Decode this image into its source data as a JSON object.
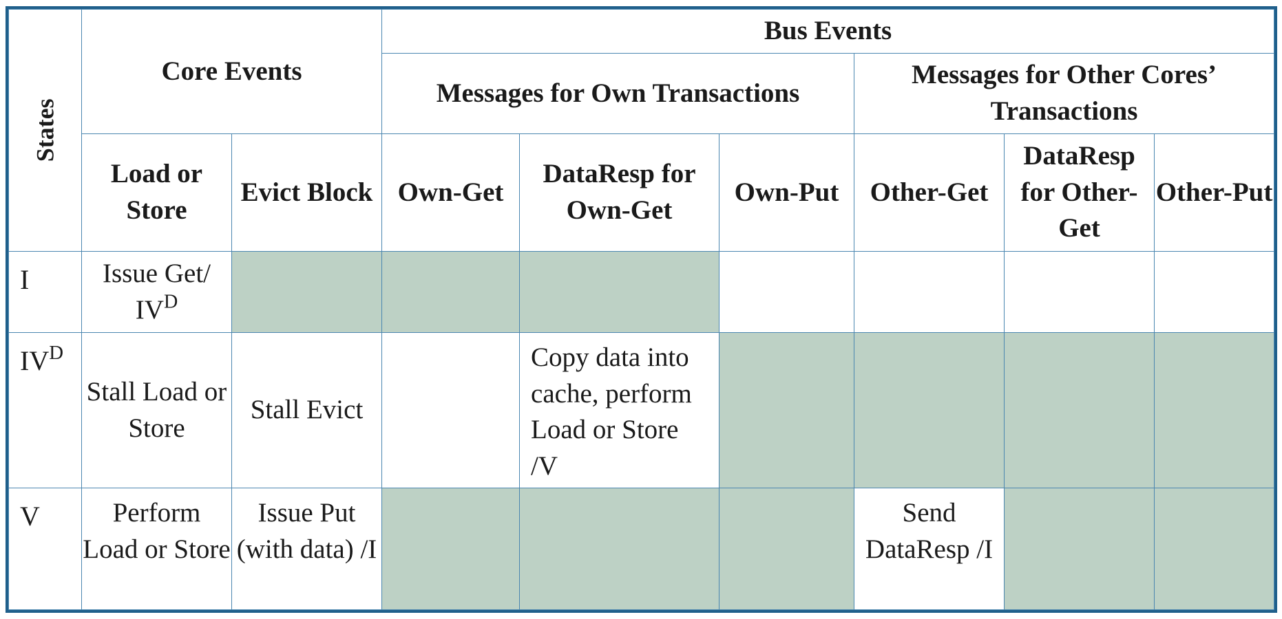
{
  "headers": {
    "states": "States",
    "core_events": "Core Events",
    "bus_events": "Bus Events",
    "own_transactions": "Messages for Own Transactions",
    "other_transactions": "Messages for Other Cores’ Transactions",
    "columns": [
      "Load or Store",
      "Evict Block",
      "Own-Get",
      "DataResp for Own-Get",
      "Own-Put",
      "Other-Get",
      "DataResp for Other-Get",
      "Other-Put"
    ]
  },
  "rows": [
    {
      "state": "I",
      "state_sup": "",
      "cells": [
        "Issue Get/ IV",
        "",
        "",
        "",
        "",
        "",
        "",
        ""
      ],
      "cell_sup": "D",
      "shaded": [
        false,
        true,
        true,
        true,
        false,
        false,
        false,
        false
      ]
    },
    {
      "state": "IV",
      "state_sup": "D",
      "cells": [
        "Stall Load or Store",
        "Stall Evict",
        "",
        "Copy data into cache, perform Load or Store /V",
        "",
        "",
        "",
        ""
      ],
      "shaded": [
        false,
        false,
        false,
        false,
        true,
        true,
        true,
        true
      ]
    },
    {
      "state": "V",
      "state_sup": "",
      "cells": [
        "Perform Load or Store",
        "Issue Put (with data) /I",
        "",
        "",
        "",
        "Send DataResp /I",
        "",
        ""
      ],
      "shaded": [
        false,
        false,
        true,
        true,
        true,
        false,
        true,
        true
      ]
    }
  ],
  "colors": {
    "border": "#4a86b0",
    "outer_border": "#1f5f8b",
    "shade": "#bdd1c5"
  }
}
